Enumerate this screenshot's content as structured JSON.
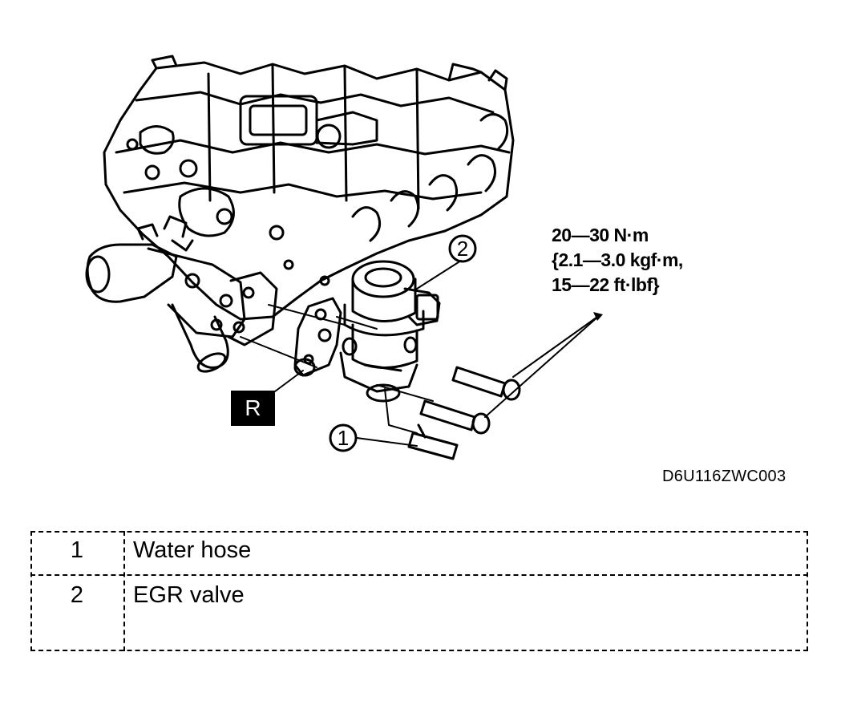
{
  "torque_spec": {
    "line1": "20—30 N·m",
    "line2": "{2.1—3.0 kgf·m,",
    "line3": "15—22 ft·lbf}"
  },
  "callouts": {
    "one": "1",
    "two": "2",
    "replace_mark": "R"
  },
  "figure_code": "D6U116ZWC003",
  "legend": {
    "rows": [
      {
        "number": "1",
        "label": "Water hose"
      },
      {
        "number": "2",
        "label": "EGR valve"
      }
    ]
  }
}
